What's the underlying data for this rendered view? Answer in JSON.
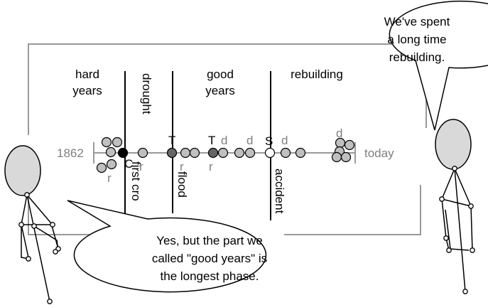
{
  "timeline": {
    "start_label": "1862",
    "end_label": "today",
    "phases": [
      "hard\nyears",
      "good\nyears",
      "rebuilding"
    ],
    "event_labels": [
      "drought",
      "first cro",
      "flood",
      "accident"
    ],
    "markers": {
      "C": "C",
      "T1": "T",
      "T2": "T",
      "S": "S"
    },
    "small_labels": {
      "r": "r",
      "d": "d"
    }
  },
  "speech": {
    "right": "We've spent\na long time\nrebuilding.",
    "left": "Yes, but the part we\ncalled \"good years\" is\nthe longest phase."
  },
  "colors": {
    "frame": "#999999",
    "dot_gray": "#bfbfbf",
    "dot_dark": "#666666",
    "dot_black": "#000000",
    "face": "#d9d9d9"
  }
}
